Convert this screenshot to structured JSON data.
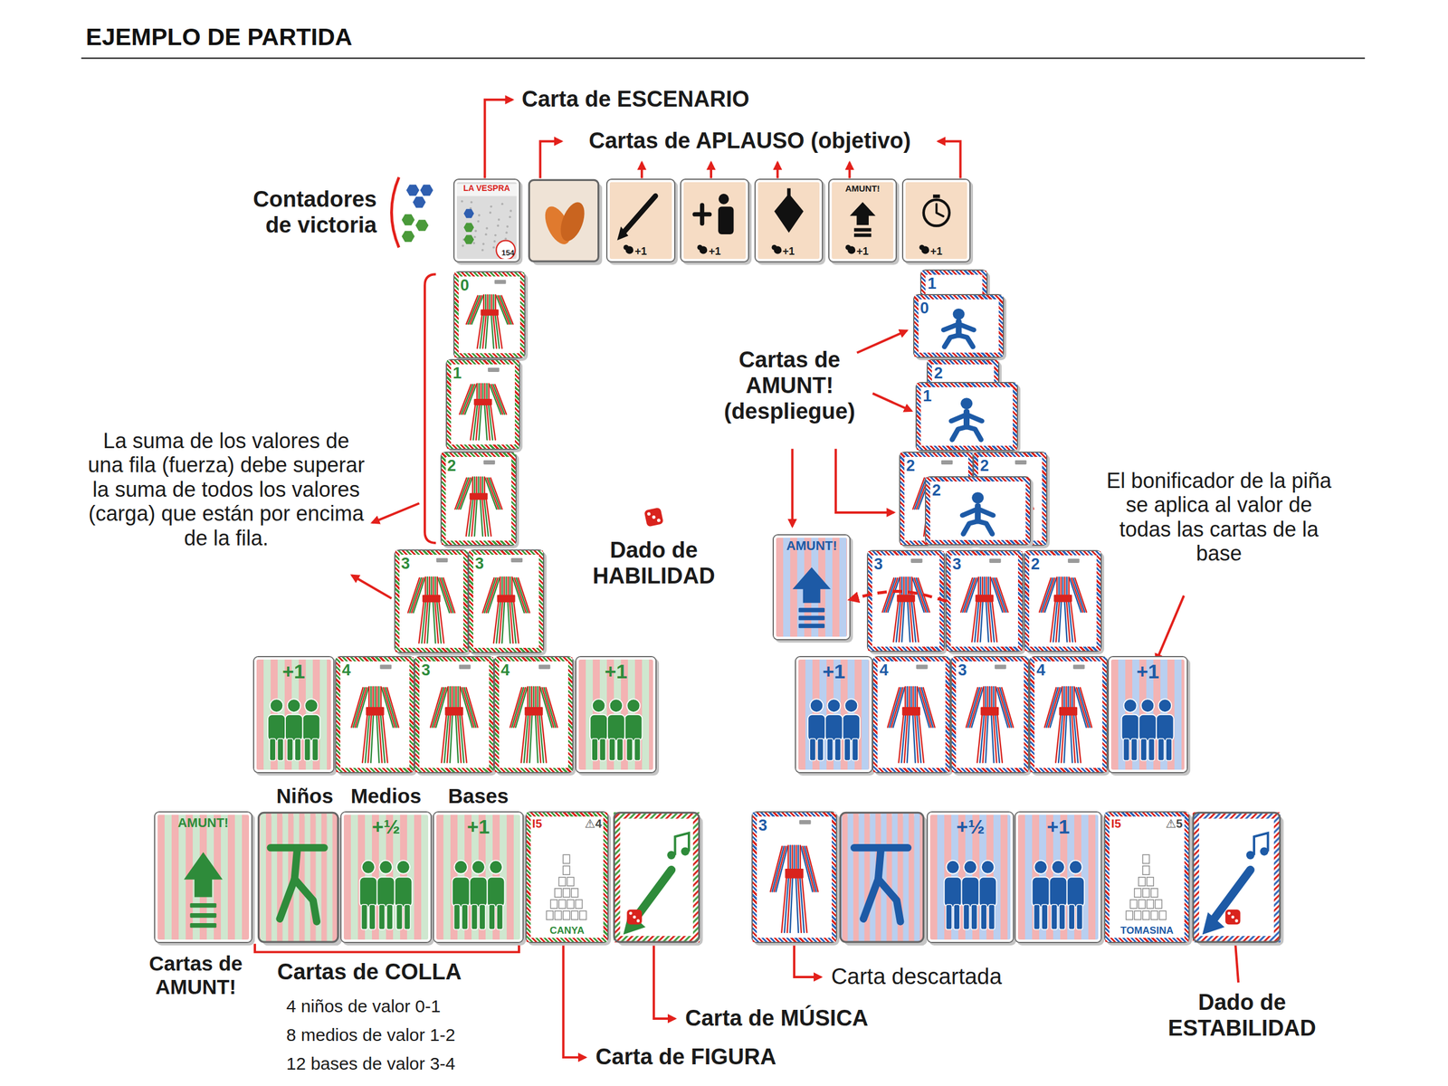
{
  "diagram": {
    "title": "EJEMPLO DE PARTIDA",
    "nodes": [
      {
        "text": [
          "LA VESPRA",
          "154"
        ]
      },
      {
        "text": [
          "+1"
        ]
      },
      {
        "text": [
          "+1"
        ]
      },
      {
        "text": [
          "+1"
        ]
      },
      {
        "text": [
          "AMUNT!",
          "+1"
        ]
      },
      {
        "text": [
          "+1"
        ]
      },
      {
        "text": [
          "0"
        ]
      },
      {
        "text": [
          "1"
        ]
      },
      {
        "text": [
          "2"
        ]
      },
      {
        "text": [
          "3"
        ]
      },
      {
        "text": [
          "3"
        ]
      },
      {
        "text": [
          "+1"
        ]
      },
      {
        "text": [
          "4"
        ]
      },
      {
        "text": [
          "3"
        ]
      },
      {
        "text": [
          "4"
        ]
      },
      {
        "text": [
          "+1"
        ]
      },
      {
        "text": [
          "1"
        ]
      },
      {
        "text": [
          "0"
        ]
      },
      {
        "text": [
          "2"
        ]
      },
      {
        "text": [
          "1"
        ]
      },
      {
        "text": [
          "2"
        ]
      },
      {
        "text": [
          "2"
        ]
      },
      {
        "text": [
          "2"
        ]
      },
      {
        "text": [
          "AMUNT!"
        ]
      },
      {
        "text": [
          "3"
        ]
      },
      {
        "text": [
          "3"
        ]
      },
      {
        "text": [
          "2"
        ]
      },
      {
        "text": [
          "+1"
        ]
      },
      {
        "text": [
          "4"
        ]
      },
      {
        "text": [
          "3"
        ]
      },
      {
        "text": [
          "4"
        ]
      },
      {
        "text": [
          "+1"
        ]
      },
      {
        "text": [
          "AMUNT!"
        ]
      },
      {
        "text": [
          "+½"
        ]
      },
      {
        "text": [
          "+1"
        ]
      },
      {
        "text": [
          "I5",
          "⚠4",
          "CANYA"
        ]
      },
      {
        "text": [
          "3"
        ]
      },
      {
        "text": [
          "+½"
        ]
      },
      {
        "text": [
          "+1"
        ]
      },
      {
        "text": [
          "I5",
          "⚠5",
          "TOMASINA"
        ]
      }
    ],
    "edges": [
      {
        "from": 25,
        "to": 23,
        "arrow": "to"
      }
    ],
    "labels": [
      "Carta de ESCENARIO",
      "Cartas de APLAUSO (objetivo)",
      "Contadores de victoria",
      "La suma de los valores de una fila (fuerza) debe superar la suma de todos los valores (carga) que están por encima de la fila.",
      "Cartas de AMUNT! (despliegue)",
      "Dado de HABILIDAD",
      "El bonificador de la piña se aplica al valor de todas las cartas de la base",
      "Niños",
      "Medios",
      "Bases",
      "Cartas de AMUNT!",
      "Cartas de COLLA",
      "4 niños de valor 0-1",
      "8 medios de valor 1-2",
      "12 bases de valor 3-4",
      "Carta de FIGURA",
      "Carta de MÚSICA",
      "Carta descartada",
      "Dado de ESTABILIDAD"
    ]
  }
}
